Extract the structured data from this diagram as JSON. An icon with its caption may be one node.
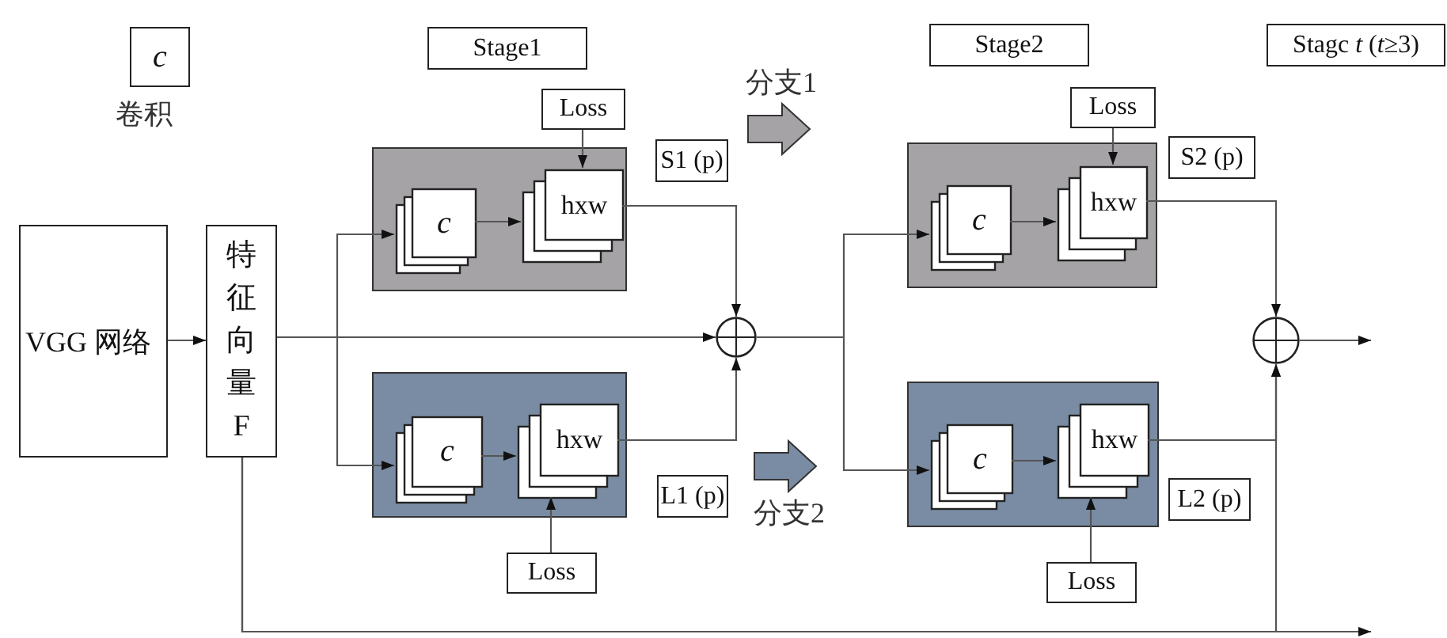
{
  "diagram": {
    "nodes": [
      {
        "text": [
          "c"
        ]
      },
      {
        "text": [
          "Stage1"
        ]
      },
      {
        "text": [
          "Stage2"
        ]
      },
      {
        "text": [
          "Stagc *t* (*t*≥3)"
        ]
      },
      {
        "text": [
          "VGG 网络"
        ]
      },
      {
        "text": [
          "特征向量F"
        ]
      },
      {
        "text": [],
        "shape": "box"
      },
      {
        "text": [
          "c"
        ],
        "in": 6
      },
      {
        "text": [
          "hxw"
        ],
        "in": 6
      },
      {
        "text": [
          "Loss"
        ]
      },
      {
        "text": [
          "S1 (p)"
        ]
      },
      {
        "text": [],
        "shape": "circle"
      },
      {
        "text": [],
        "shape": "box"
      },
      {
        "text": [
          "c"
        ],
        "in": 12
      },
      {
        "text": [
          "hxw"
        ],
        "in": 12
      },
      {
        "text": [
          "Loss"
        ]
      },
      {
        "text": [
          "L1 (p)"
        ]
      },
      {
        "text": [],
        "shape": "box"
      },
      {
        "text": [
          "c"
        ],
        "in": 17
      },
      {
        "text": [
          "hxw"
        ],
        "in": 17
      },
      {
        "text": [
          "Loss"
        ]
      },
      {
        "text": [
          "S2 (p)"
        ]
      },
      {
        "text": [],
        "shape": "box"
      },
      {
        "text": [
          "c"
        ],
        "in": 22
      },
      {
        "text": [
          "hxw"
        ],
        "in": 22
      },
      {
        "text": [
          "Loss"
        ]
      },
      {
        "text": [
          "L2 (p)"
        ]
      },
      {
        "text": [],
        "shape": "circle"
      }
    ],
    "edges": [
      {
        "from": 4,
        "to": 5,
        "arrow": "to"
      },
      {
        "from": 5,
        "to": 11,
        "arrow": "to"
      },
      {
        "from": 5,
        "to": 7,
        "arrow": "to"
      },
      {
        "from": 5,
        "to": 13,
        "arrow": "to"
      },
      {
        "from": 7,
        "to": 8,
        "arrow": "to"
      },
      {
        "from": 9,
        "to": 8,
        "arrow": "to"
      },
      {
        "from": 8,
        "to": 11,
        "arrow": "to"
      },
      {
        "from": 13,
        "to": 14,
        "arrow": "to"
      },
      {
        "from": 15,
        "to": 14,
        "arrow": "to"
      },
      {
        "from": 14,
        "to": 11,
        "arrow": "to"
      },
      {
        "from": 11,
        "to": 18,
        "arrow": "to"
      },
      {
        "from": 11,
        "to": 23,
        "arrow": "to"
      },
      {
        "from": 18,
        "to": 19,
        "arrow": "to"
      },
      {
        "from": 20,
        "to": 19,
        "arrow": "to"
      },
      {
        "from": 19,
        "to": 27,
        "arrow": "to"
      },
      {
        "from": 23,
        "to": 24,
        "arrow": "to"
      },
      {
        "from": 25,
        "to": 24,
        "arrow": "to"
      },
      {
        "from": 24,
        "to": 27,
        "arrow": "to"
      },
      {
        "from": 27,
        "to": null,
        "arrow": "to"
      },
      {
        "from": 5,
        "to": null,
        "arrow": "to"
      },
      {
        "from": 5,
        "to": 27,
        "arrow": "to"
      }
    ],
    "labels": [
      "卷积",
      "分支1",
      "分支2"
    ]
  }
}
